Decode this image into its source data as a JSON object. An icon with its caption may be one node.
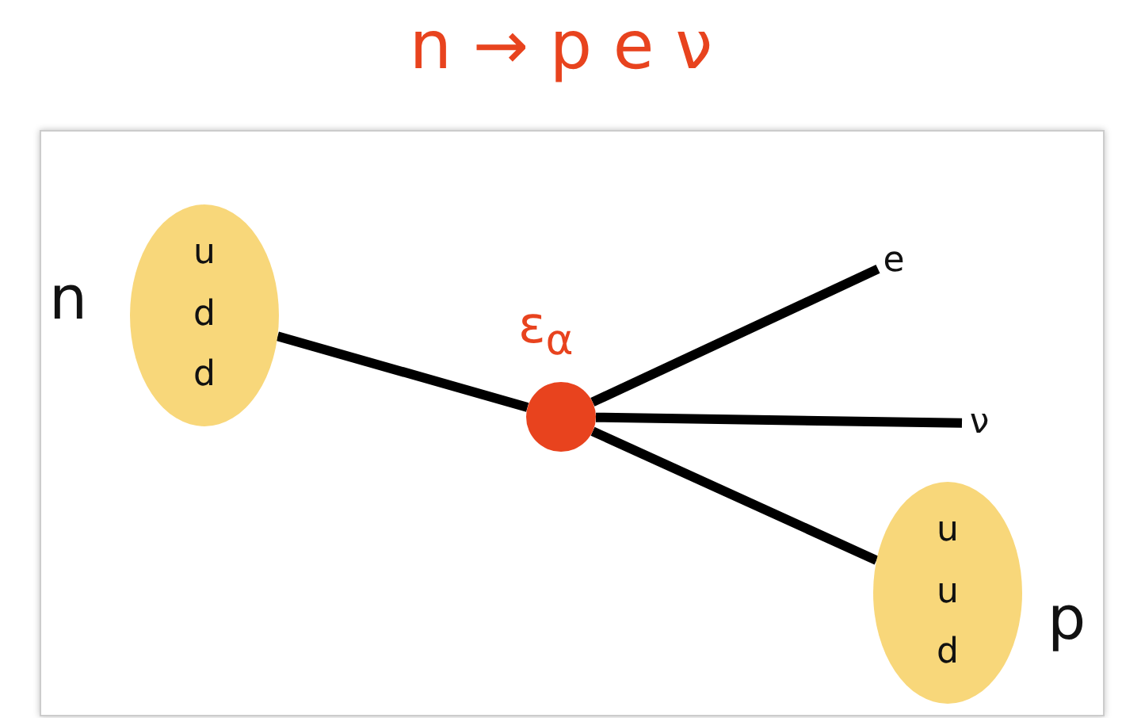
{
  "diagram": {
    "title": "n → p e ν",
    "nodes": [
      {
        "text": [
          "u d d"
        ],
        "beside": [
          "n"
        ]
      },
      {
        "text": [],
        "shape": "circle",
        "beside": [
          "ε$_{α}$"
        ]
      },
      {
        "text": [
          "e"
        ]
      },
      {
        "text": [
          "ν"
        ]
      },
      {
        "text": [
          "u u d"
        ],
        "beside": [
          "p"
        ]
      }
    ],
    "edges": [
      {
        "from": 0,
        "to": 1,
        "arrow": "none"
      },
      {
        "from": 1,
        "to": 2,
        "arrow": "none"
      },
      {
        "from": 1,
        "to": 3,
        "arrow": "none"
      },
      {
        "from": 1,
        "to": 4,
        "arrow": "none"
      }
    ]
  }
}
